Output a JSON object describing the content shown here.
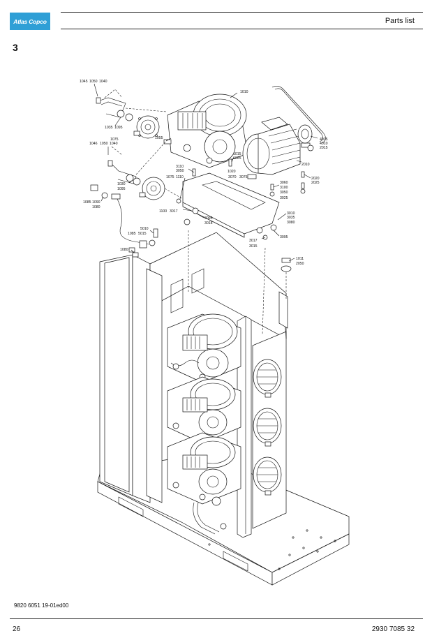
{
  "header": {
    "logo_text": "Atlas Copco",
    "title": "Parts list"
  },
  "section": "3",
  "callouts": {
    "c1045": "1045",
    "c1050a": "1050",
    "c1040a": "1040",
    "c1010": "1010",
    "c1035": "1035",
    "c1095a": "1095",
    "c1075a": "1075",
    "c1046": "1046",
    "c1050b": "1050",
    "c1040b": "1040",
    "c1055": "1055",
    "c4015": "4015",
    "c4010": "4010",
    "c2015": "2015",
    "c1015": "1015",
    "c1025": "1025",
    "c3110": "3110",
    "c3050a": "3050",
    "c1020": "1020",
    "c3070": "3070",
    "c3075": "3075",
    "c2010": "2010",
    "c1075b": "1075",
    "c1110": "1110",
    "c2020": "2020",
    "c2025": "2025",
    "c1030": "1030",
    "c1095b": "1095",
    "c3060": "3060",
    "c3100": "3100",
    "c3050b": "3050",
    "c3025": "3025",
    "c1085a": "1085",
    "c1090": "1090",
    "c1080a": "1080",
    "c1100": "1100",
    "c3017a": "3017",
    "c3010": "3010",
    "c3035": "3035",
    "c3080": "3080",
    "c3095a": "3095",
    "c3018": "3018",
    "c5010": "5010",
    "c1085b": "1085",
    "c5015": "5015",
    "c3095b": "3095",
    "c3017b": "3017",
    "c3015": "3015",
    "c1080b": "1080",
    "c1011": "1011",
    "c2050": "2050"
  },
  "footer": {
    "doc_code": "9820 6051 19-01ed00",
    "page_number": "26",
    "part_number": "2930 7085 32"
  }
}
